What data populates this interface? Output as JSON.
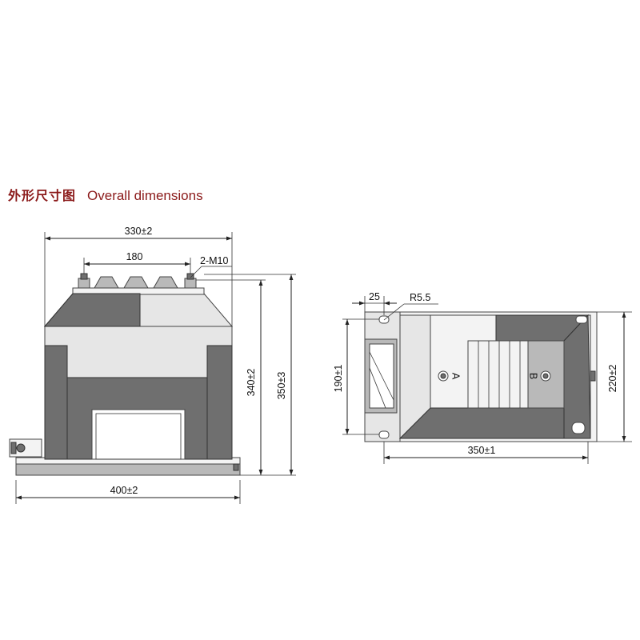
{
  "title": {
    "cn": "外形尺寸图",
    "en": "Overall dimensions"
  },
  "front_view": {
    "dim_top_width": "330±2",
    "dim_terminal_spacing": "180",
    "dim_terminal_thread": "2-M10",
    "dim_height_inner": "340±2",
    "dim_height_total": "350±3",
    "dim_base_width": "400±2"
  },
  "top_view": {
    "dim_slot_width": "25",
    "dim_radius": "R5.5",
    "dim_hole_spacing": "190±1",
    "dim_depth": "220±2",
    "dim_length": "350±1",
    "terminal_a": "A",
    "terminal_b": "B"
  },
  "colors": {
    "title": "#8b1a1a",
    "body_fill": "#e6e6e6",
    "dark_fill": "#6f6f6f"
  }
}
